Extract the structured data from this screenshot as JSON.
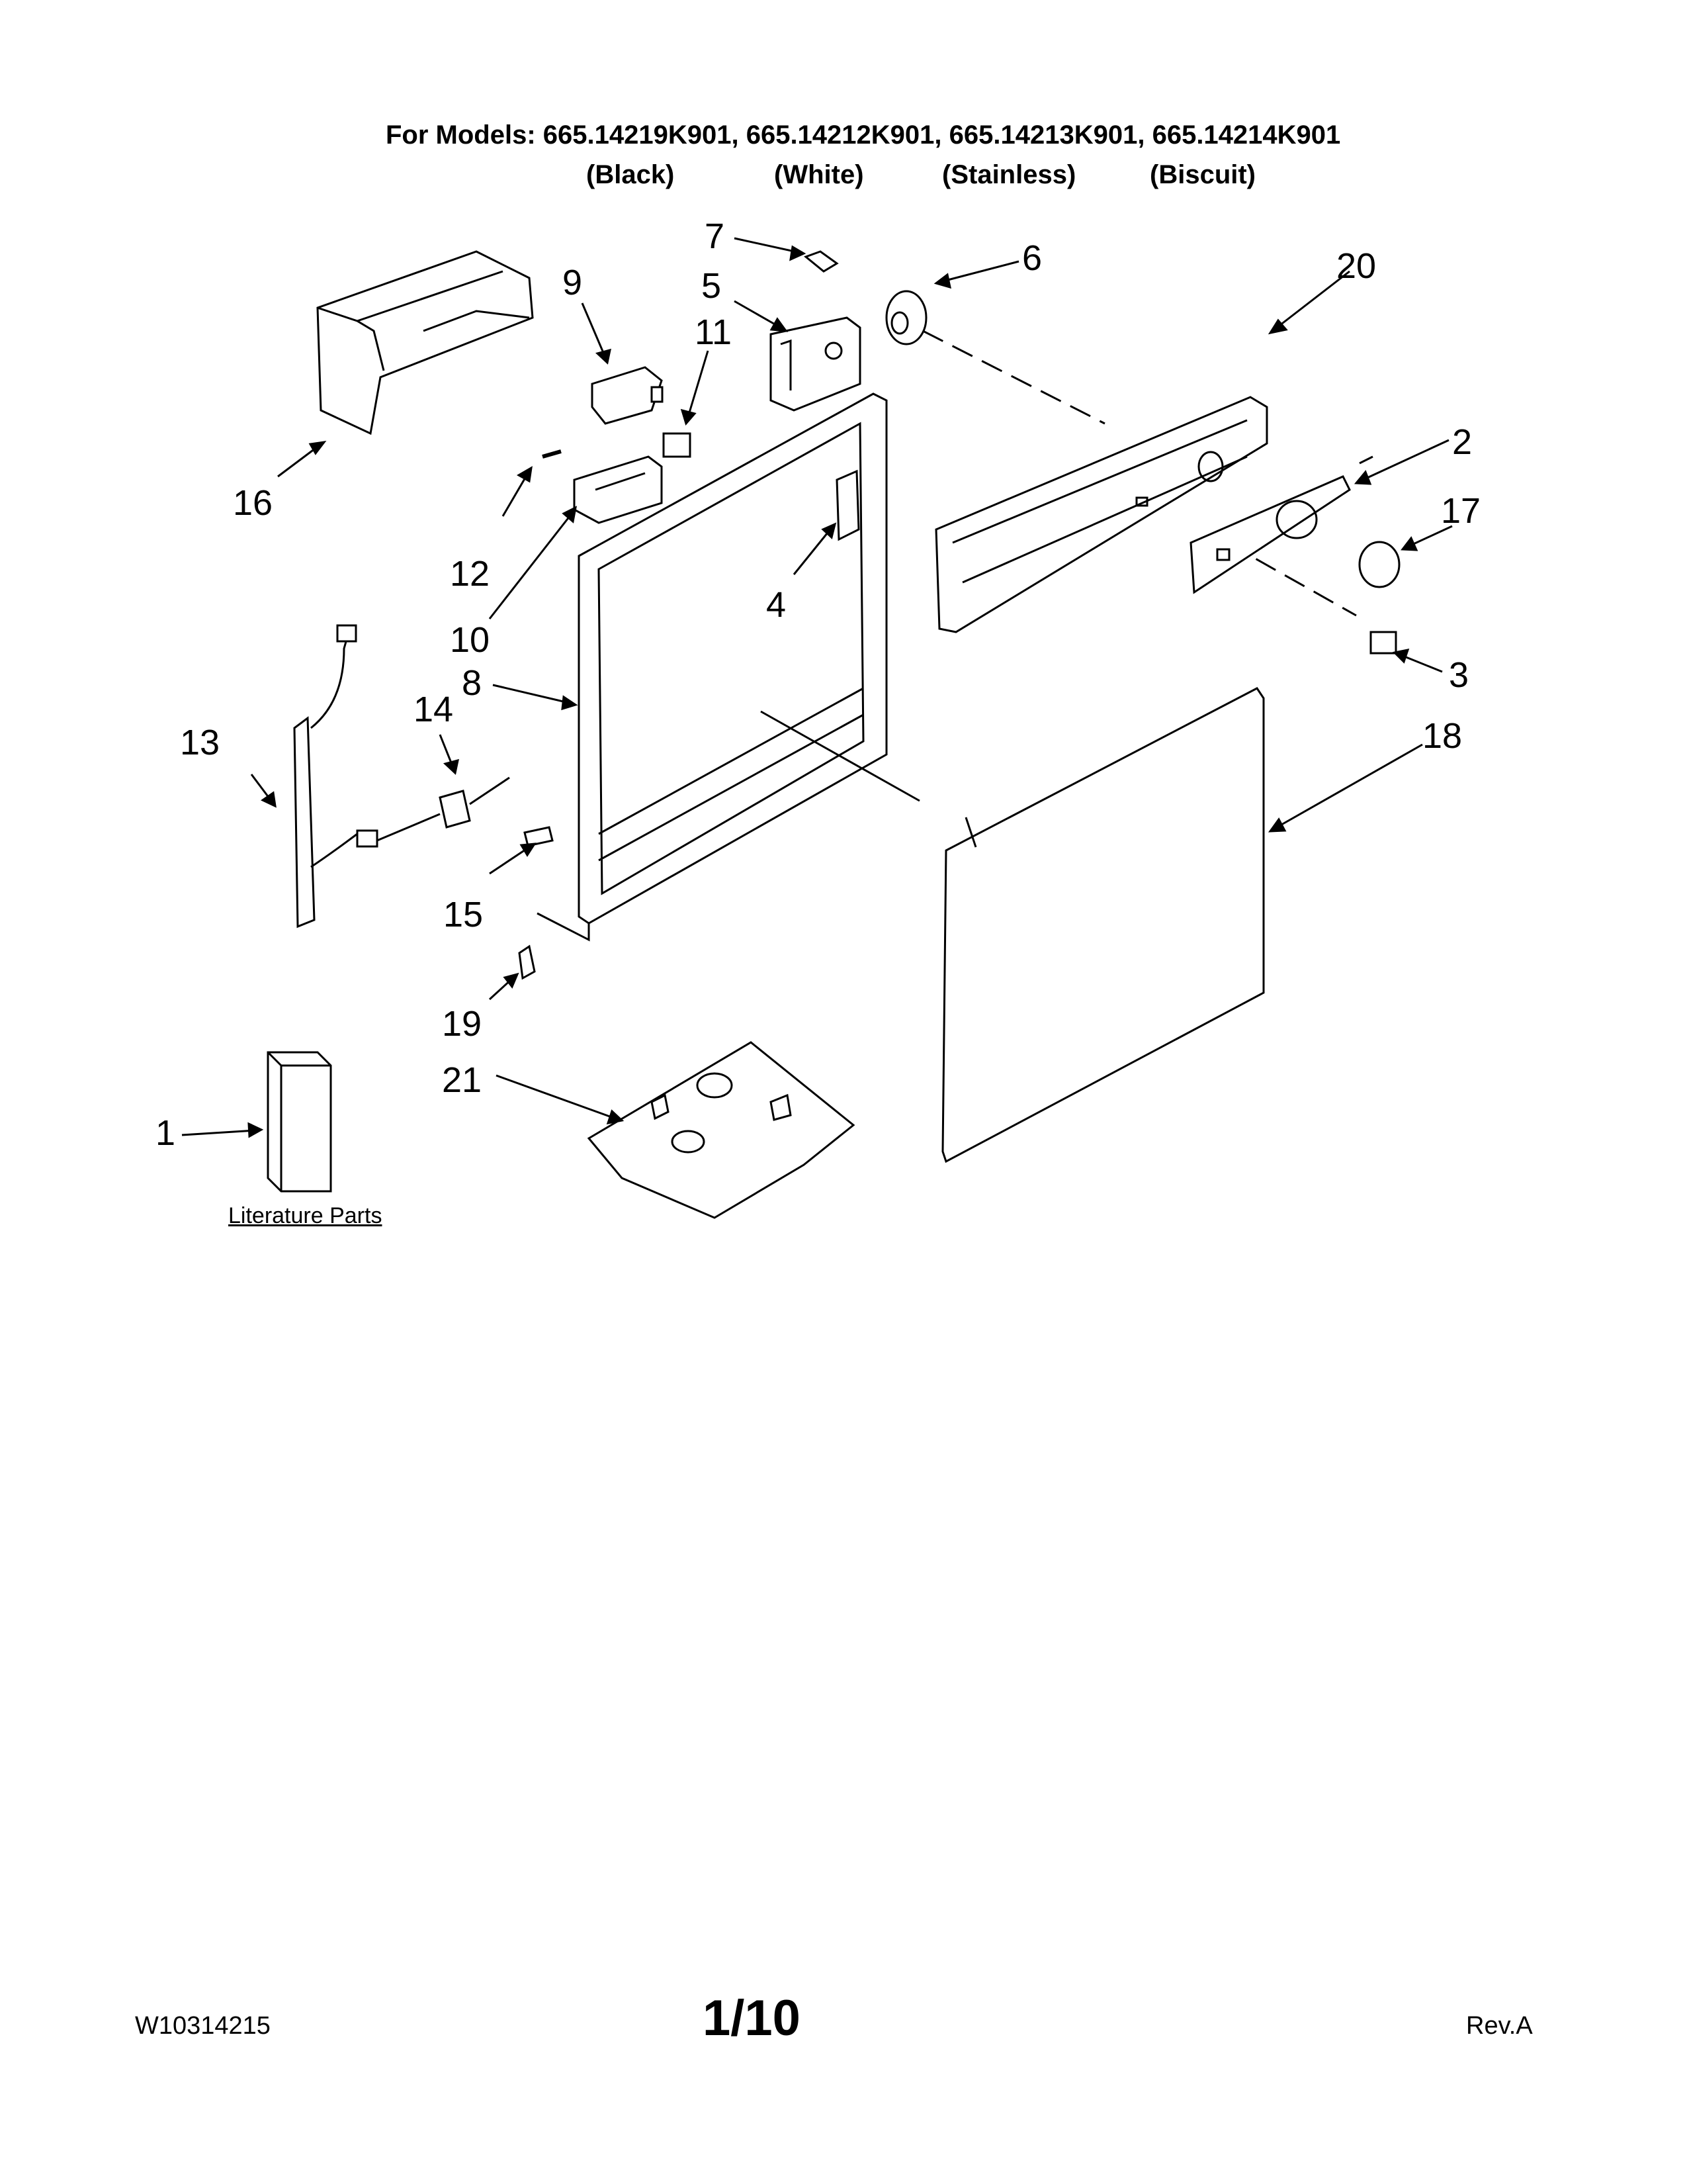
{
  "header": {
    "models_line": "For Models: 665.14219K901, 665.14212K901, 665.14213K901, 665.14214K901",
    "colors": [
      "(Black)",
      "(White)",
      "(Stainless)",
      "(Biscuit)"
    ]
  },
  "callouts": [
    "1",
    "2",
    "3",
    "4",
    "5",
    "6",
    "7",
    "8",
    "9",
    "10",
    "11",
    "12",
    "13",
    "14",
    "15",
    "16",
    "17",
    "18",
    "19",
    "20",
    "21"
  ],
  "literature_label": "Literature Parts",
  "footer": {
    "doc_number": "W10314215",
    "page": "1/10",
    "revision": "Rev.A"
  }
}
